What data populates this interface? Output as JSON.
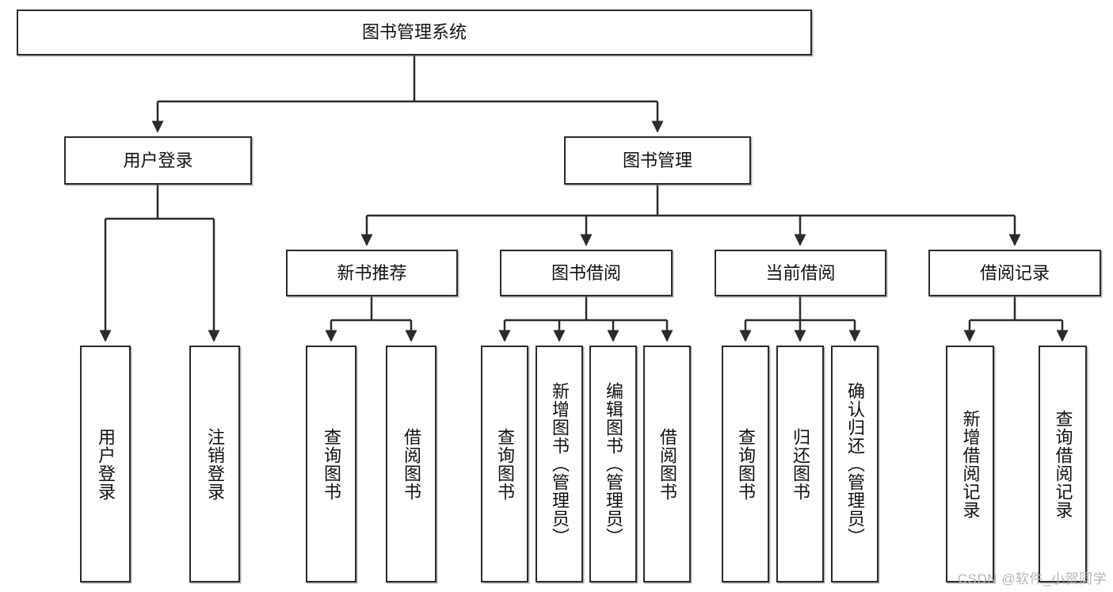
{
  "diagram": {
    "type": "tree-hierarchy",
    "title": "图书管理系统",
    "watermark": "CSDN @软件_小贺同学",
    "colors": {
      "node_border": "#2b2b2b",
      "node_fill": "#ffffff",
      "edge": "#2b2b2b",
      "text": "#111111",
      "watermark": "#b6b6b6",
      "background": "#ffffff"
    },
    "nodes": {
      "root": {
        "label": "图书管理系统",
        "orientation": "horizontal"
      },
      "level1": [
        {
          "id": "user-login",
          "label": "用户登录",
          "orientation": "horizontal"
        },
        {
          "id": "book-management",
          "label": "图书管理",
          "orientation": "horizontal"
        }
      ],
      "level2": [
        {
          "id": "new-book-recommend",
          "label": "新书推荐",
          "orientation": "horizontal",
          "parent": "book-management"
        },
        {
          "id": "book-borrow",
          "label": "图书借阅",
          "orientation": "horizontal",
          "parent": "book-management"
        },
        {
          "id": "current-borrow",
          "label": "当前借阅",
          "orientation": "horizontal",
          "parent": "book-management"
        },
        {
          "id": "borrow-record",
          "label": "借阅记录",
          "orientation": "horizontal",
          "parent": "book-management"
        }
      ],
      "leaves": [
        {
          "id": "leaf-user-login",
          "label": "用户登录",
          "orientation": "vertical",
          "parent": "user-login"
        },
        {
          "id": "leaf-user-logout",
          "label": "注销登录",
          "orientation": "vertical",
          "parent": "user-login"
        },
        {
          "id": "leaf-query-book-1",
          "label": "查询图书",
          "orientation": "vertical",
          "parent": "new-book-recommend"
        },
        {
          "id": "leaf-borrow-book-1",
          "label": "借阅图书",
          "orientation": "vertical",
          "parent": "new-book-recommend"
        },
        {
          "id": "leaf-query-book-2",
          "label": "查询图书",
          "orientation": "vertical",
          "parent": "book-borrow"
        },
        {
          "id": "leaf-add-book",
          "label": "新增图书（管理员）",
          "orientation": "vertical",
          "parent": "book-borrow"
        },
        {
          "id": "leaf-edit-book",
          "label": "编辑图书（管理员）",
          "orientation": "vertical",
          "parent": "book-borrow"
        },
        {
          "id": "leaf-borrow-book-2",
          "label": "借阅图书",
          "orientation": "vertical",
          "parent": "book-borrow"
        },
        {
          "id": "leaf-query-book-3",
          "label": "查询图书",
          "orientation": "vertical",
          "parent": "current-borrow"
        },
        {
          "id": "leaf-return-book",
          "label": "归还图书",
          "orientation": "vertical",
          "parent": "current-borrow"
        },
        {
          "id": "leaf-confirm-return",
          "label": "确认归还（管理员）",
          "orientation": "vertical",
          "parent": "current-borrow"
        },
        {
          "id": "leaf-add-record",
          "label": "新增借阅记录",
          "orientation": "vertical",
          "parent": "borrow-record"
        },
        {
          "id": "leaf-query-record",
          "label": "查询借阅记录",
          "orientation": "vertical",
          "parent": "borrow-record"
        }
      ]
    }
  }
}
